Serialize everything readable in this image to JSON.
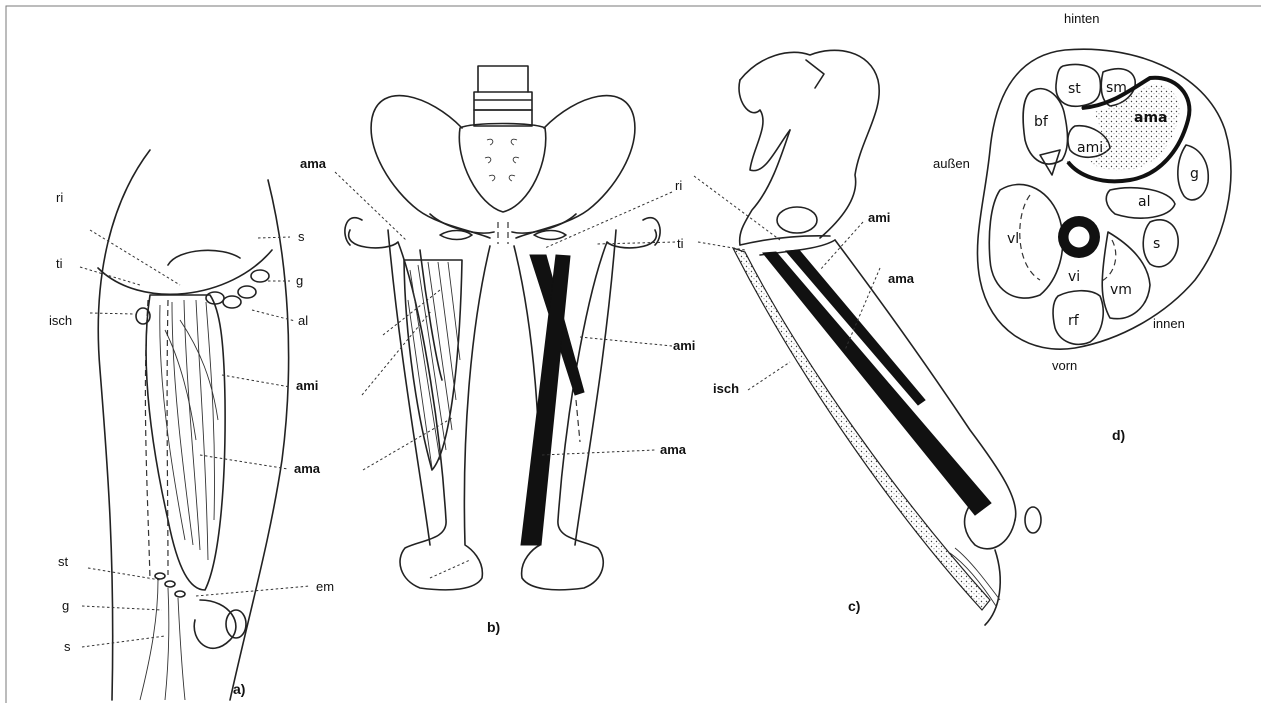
{
  "panels": {
    "a": {
      "caption": "a)",
      "labels": {
        "ri": "ri",
        "ti": "ti",
        "isch": "isch",
        "s_top": "s",
        "g_top": "g",
        "al": "al",
        "ami": "ami",
        "ama": "ama",
        "st": "st",
        "g_bottom": "g",
        "s_bottom": "s",
        "em": "em"
      }
    },
    "b": {
      "caption": "b)",
      "labels": {
        "ama_top": "ama",
        "ri": "ri",
        "ti": "ti",
        "ami": "ami",
        "ama_right": "ama"
      }
    },
    "c": {
      "caption": "c)",
      "labels": {
        "ami": "ami",
        "ama": "ama",
        "isch": "isch"
      }
    },
    "d": {
      "caption": "d)",
      "orientation": {
        "top": "hinten",
        "left": "außen",
        "right": "innen",
        "bottom": "vorn"
      },
      "muscles": {
        "st": "st",
        "sm": "sm",
        "bf": "bf",
        "ama": "ama",
        "ami": "ami",
        "g": "g",
        "al": "al",
        "s": "s",
        "vl": "vl",
        "vi": "vi",
        "vm": "vm",
        "rf": "rf"
      }
    }
  },
  "colors": {
    "ink": "#111111",
    "background": "#ffffff",
    "frame": "#7a7a7a"
  }
}
